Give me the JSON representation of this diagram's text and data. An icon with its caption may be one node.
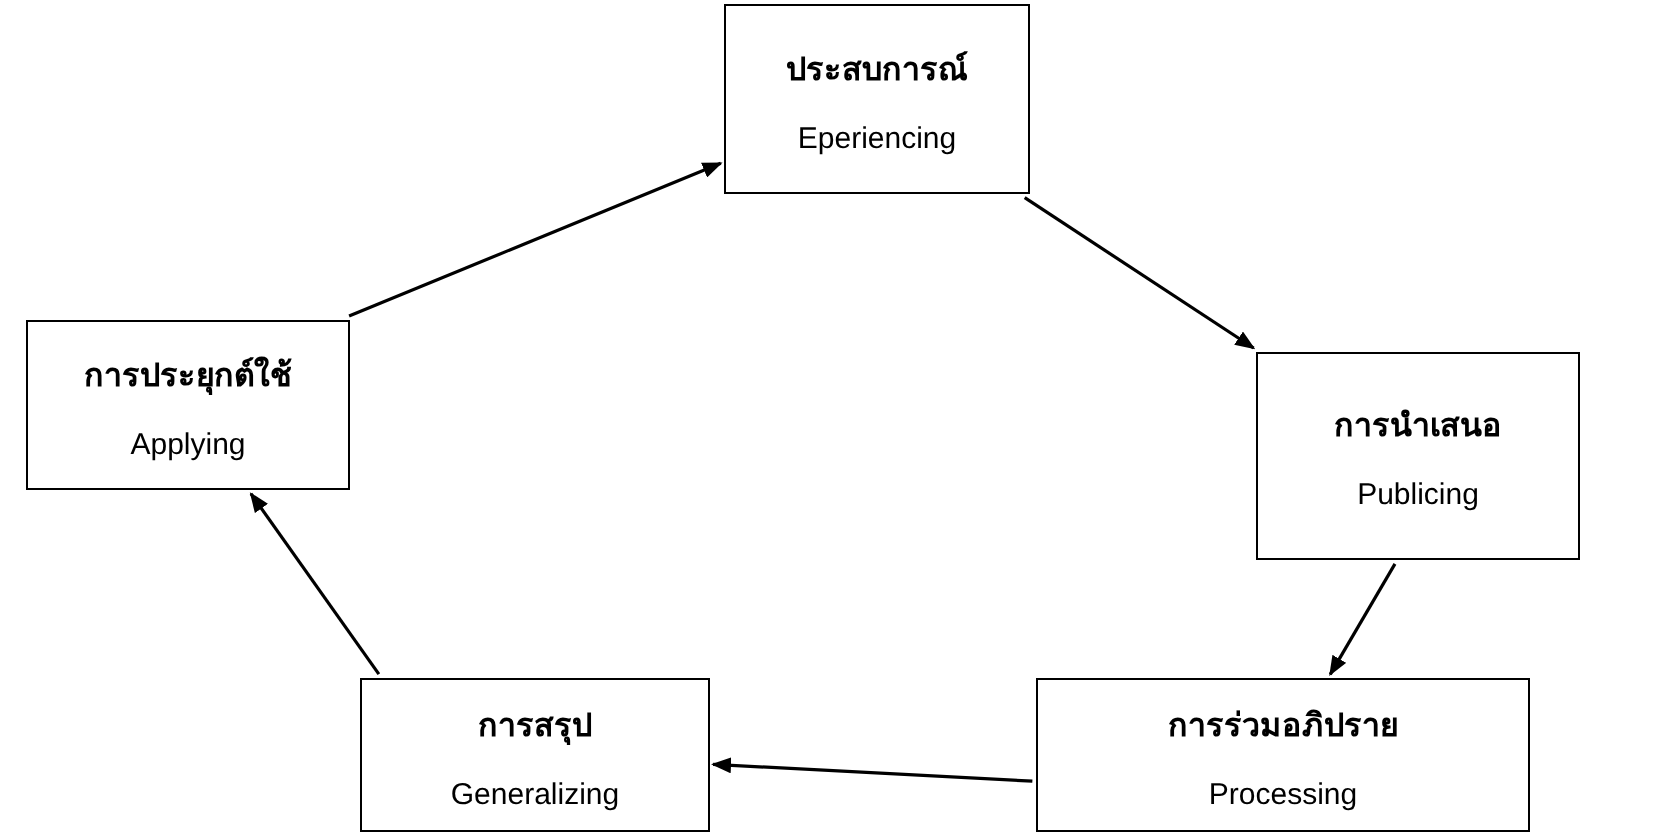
{
  "diagram": {
    "nodes": [
      {
        "text": [
          "ประสบการณ์",
          "Eperiencing"
        ]
      },
      {
        "text": [
          "การนำเสนอ",
          "Publicing"
        ]
      },
      {
        "text": [
          "การร่วมอภิปราย",
          "Processing"
        ]
      },
      {
        "text": [
          "การสรุป",
          "Generalizing"
        ]
      },
      {
        "text": [
          "การประยุกต์ใช้",
          "Applying"
        ]
      }
    ],
    "edges": [
      {
        "from": 0,
        "to": 1,
        "arrow": "to"
      },
      {
        "from": 1,
        "to": 2,
        "arrow": "to"
      },
      {
        "from": 2,
        "to": 3,
        "arrow": "to"
      },
      {
        "from": 3,
        "to": 4,
        "arrow": "to"
      },
      {
        "from": 4,
        "to": 0,
        "arrow": "to"
      }
    ]
  }
}
